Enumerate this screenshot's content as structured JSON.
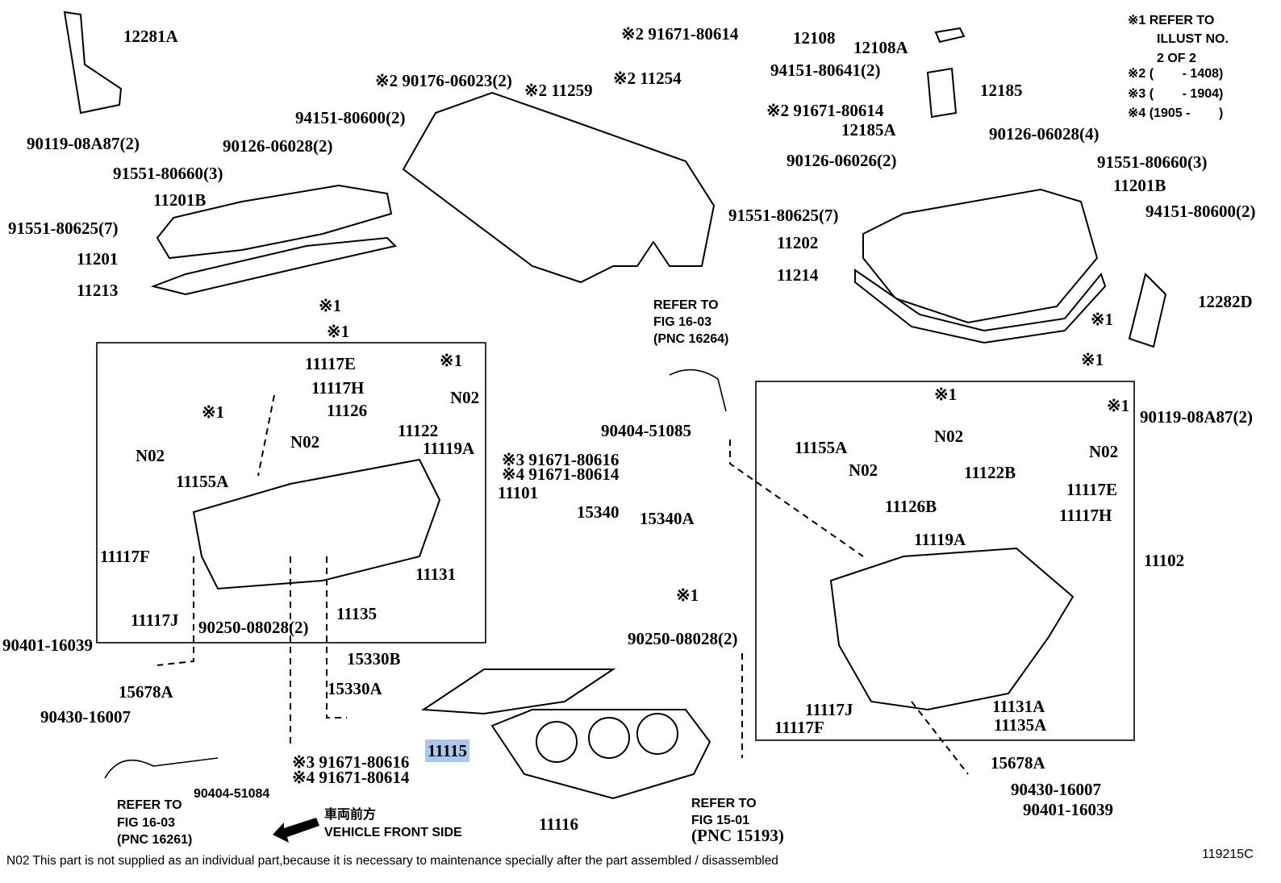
{
  "labels": [
    "12281A",
    "90119-08A87(2)",
    "91551-80660(3)",
    "90126-06028(2)",
    "94151-80600(2)",
    "11201B",
    "91551-80625(7)",
    "11201",
    "11213",
    "※2 90176-06023(2)",
    "※2 11259",
    "※2 91671-80614",
    "※2 11254",
    "※2 91671-80614",
    "12108",
    "12108A",
    "94151-80641(2)",
    "12185",
    "12185A",
    "90126-06026(2)",
    "90126-06028(4)",
    "91551-80660(3)",
    "11201B",
    "91551-80625(7)",
    "94151-80600(2)",
    "11202",
    "11214",
    "12282D",
    "※1",
    "※1",
    "90119-08A87(2)",
    "REFER TO",
    "FIG 16-03",
    "(PNC 16264)",
    "※1",
    "※1",
    "11117E",
    "※1",
    "11117H",
    "N02",
    "※1",
    "11126",
    "11122",
    "N02",
    "11119A",
    "N02",
    "11155A",
    "11101",
    "11117F",
    "11117J",
    "11131",
    "11135",
    "90250-08028(2)",
    "90401-16039",
    "15678A",
    "90430-16007",
    "15330B",
    "15330A",
    "※3 91671-80616",
    "※4 91671-80614",
    "11115",
    "11116",
    "90404-51084",
    "REFER TO",
    "FIG 16-03",
    "(PNC 16261)",
    "REFER TO",
    "FIG 15-01",
    "(PNC 15193)",
    "90404-51085",
    "※3 91671-80616",
    "※4 91671-80614",
    "15340",
    "15340A",
    "※1",
    "90250-08028(2)",
    "※1",
    "※1",
    "11155A",
    "N02",
    "N02",
    "N02",
    "11122B",
    "11117E",
    "11126B",
    "11117H",
    "11119A",
    "11102",
    "11117J",
    "11117F",
    "11131A",
    "11135A",
    "15678A",
    "90430-16007",
    "90401-16039"
  ],
  "highlighted_label": "11115",
  "highlight_color": "#a8c8f0",
  "notes": [
    "※1 REFER TO",
    "ILLUST NO.",
    "2 OF 2",
    "※2 (        - 1408)",
    "※3 (        - 1904)",
    "※4 (1905 -        )"
  ],
  "front": {
    "jp": "車両前方",
    "en": "VEHICLE FRONT SIDE",
    "icon": "arrow-left-icon"
  },
  "footer": "N02 This part is not supplied as an individual part,because it is necessary to maintenance specially after the part assembled / disassembled",
  "illustration_no": "119215C"
}
